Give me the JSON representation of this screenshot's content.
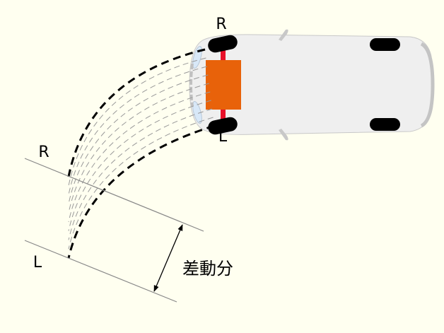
{
  "labels": {
    "front_right": "R",
    "front_left": "L",
    "line_right": "R",
    "line_left": "L",
    "difference": "差動分"
  },
  "colors": {
    "background": "#fffff0",
    "car_body": "#efefef",
    "differential": "#e8620a",
    "axle": "#e8102a",
    "tire": "#000000",
    "headlight": "#d8e8f8"
  }
}
